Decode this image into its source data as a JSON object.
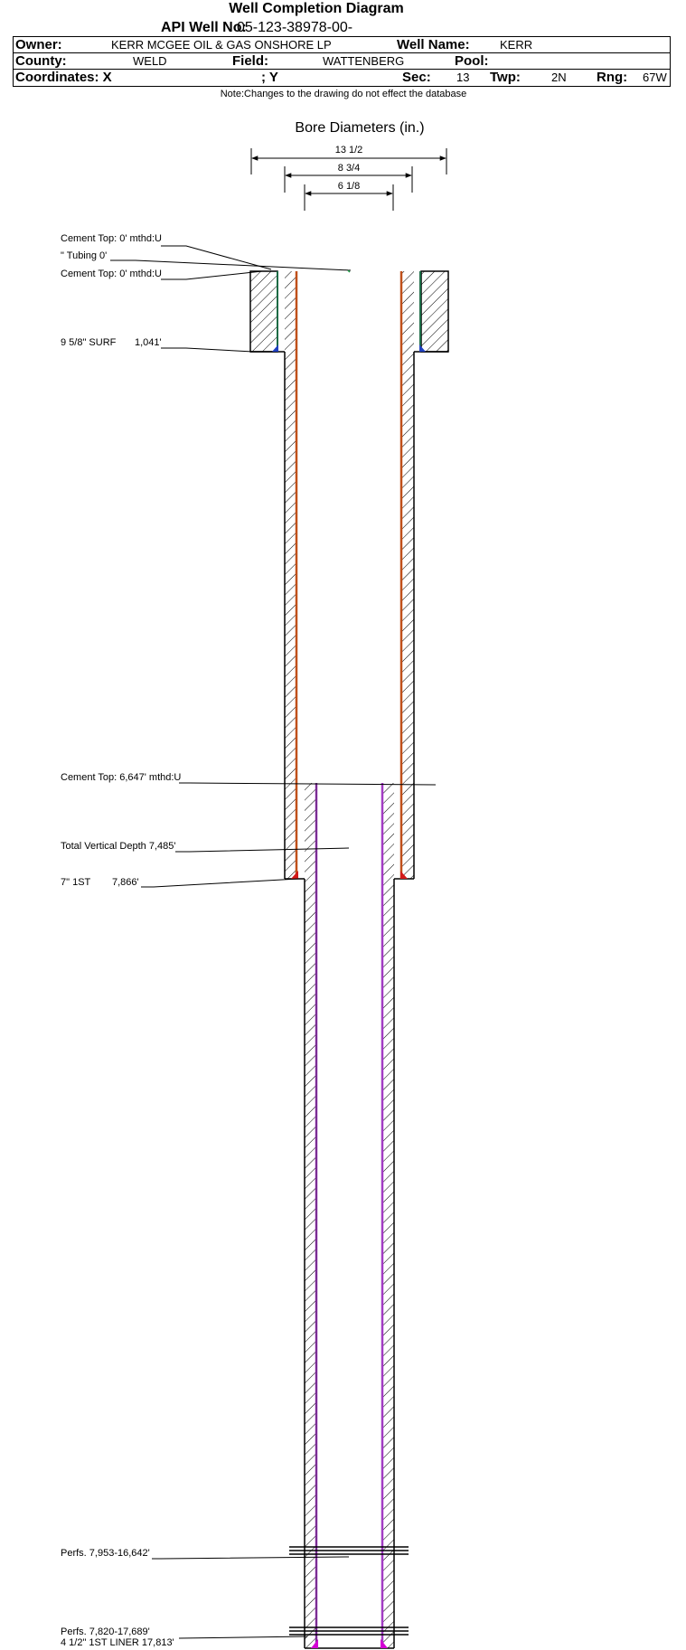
{
  "header": {
    "title": "Well Completion Diagram",
    "api_label": "API Well No:",
    "api_value": "05-123-38978-00-",
    "owner_label": "Owner:",
    "owner_value": "KERR MCGEE OIL & GAS ONSHORE LP",
    "well_name_label": "Well Name:",
    "well_name_value": "KERR",
    "county_label": "County:",
    "county_value": "WELD",
    "field_label": "Field:",
    "field_value": "WATTENBERG",
    "pool_label": "Pool:",
    "pool_value": "",
    "coord_x_label": "Coordinates: X",
    "coord_y_label": "; Y",
    "sec_label": "Sec:",
    "sec_value": "13",
    "twp_label": "Twp:",
    "twp_value": "2N",
    "rng_label": "Rng:",
    "rng_value": "67W"
  },
  "note": "Note:Changes to the drawing do not effect the database",
  "bore": {
    "title": "Bore Diameters (in.)",
    "diameters": [
      "13 1/2",
      "8 3/4",
      "6 1/8"
    ]
  },
  "annotations": {
    "cement_top_1": "Cement Top: 0' mthd:U",
    "tubing": "\" Tubing 0'",
    "cement_top_2": "Cement Top: 0' mthd:U",
    "surf_casing": "9 5/8\" SURF",
    "surf_depth": "1,041'",
    "cement_top_3": "Cement Top: 6,647' mthd:U",
    "tvd": "Total Vertical Depth 7,485'",
    "first_casing": "7\" 1ST",
    "first_depth": "7,866'",
    "perfs_1": "Perfs. 7,953-16,642'",
    "perfs_2": "Perfs. 7,820-17,689'",
    "liner": "4 1/2\" 1ST LINER  17,813'"
  },
  "colors": {
    "surface_casing": "#1a6b45",
    "first_casing": "#c0501a",
    "liner": "#a23cc4",
    "shoe_blue": "#1f3fbf",
    "shoe_red": "#d31a1a",
    "shoe_magenta": "#d400d4"
  }
}
